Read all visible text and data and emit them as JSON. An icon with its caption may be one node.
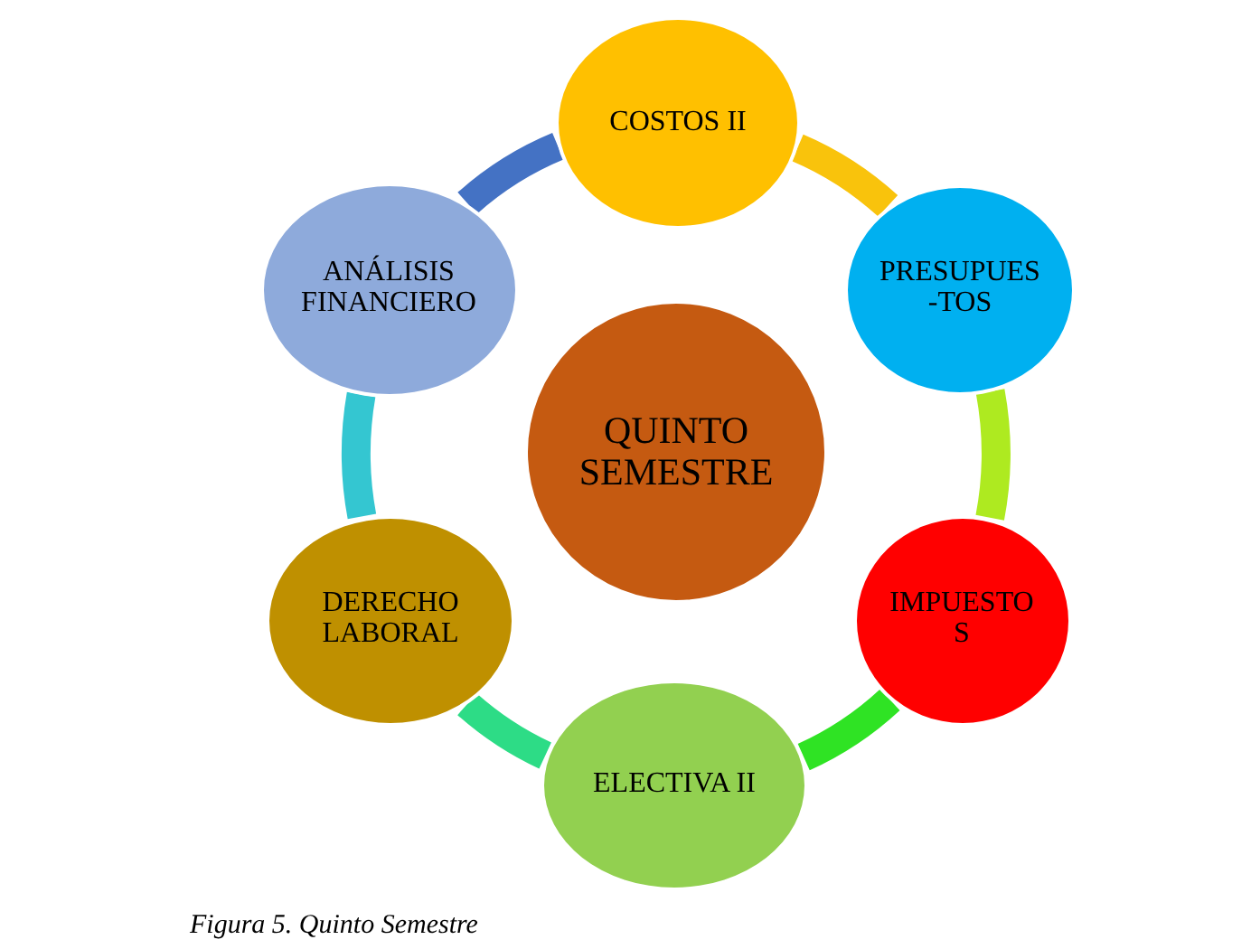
{
  "diagram": {
    "caption": "Figura 5. Quinto Semestre",
    "nodes": [
      {
        "text": [
          "QUINTO SEMESTRE"
        ]
      },
      {
        "text": [
          "COSTOS II"
        ]
      },
      {
        "text": [
          "PRESUPUES -TOS"
        ]
      },
      {
        "text": [
          "IMPUESTO S"
        ]
      },
      {
        "text": [
          "ELECTIVA II"
        ]
      },
      {
        "text": [
          "DERECHO LABORAL"
        ]
      },
      {
        "text": [
          "ANÁLISIS FINANCIERO"
        ]
      }
    ],
    "edges": [
      {
        "from": 1,
        "to": 2,
        "arrow": "none",
        "color": "#f9c30c"
      },
      {
        "from": 2,
        "to": 3,
        "arrow": "none",
        "color": "#aeea20"
      },
      {
        "from": 3,
        "to": 4,
        "arrow": "none",
        "color": "#2fe324"
      },
      {
        "from": 4,
        "to": 5,
        "arrow": "none",
        "color": "#2ddc86"
      },
      {
        "from": 5,
        "to": 6,
        "arrow": "none",
        "color": "#34c6d1"
      },
      {
        "from": 6,
        "to": 1,
        "arrow": "none",
        "color": "#4472c4"
      }
    ]
  }
}
